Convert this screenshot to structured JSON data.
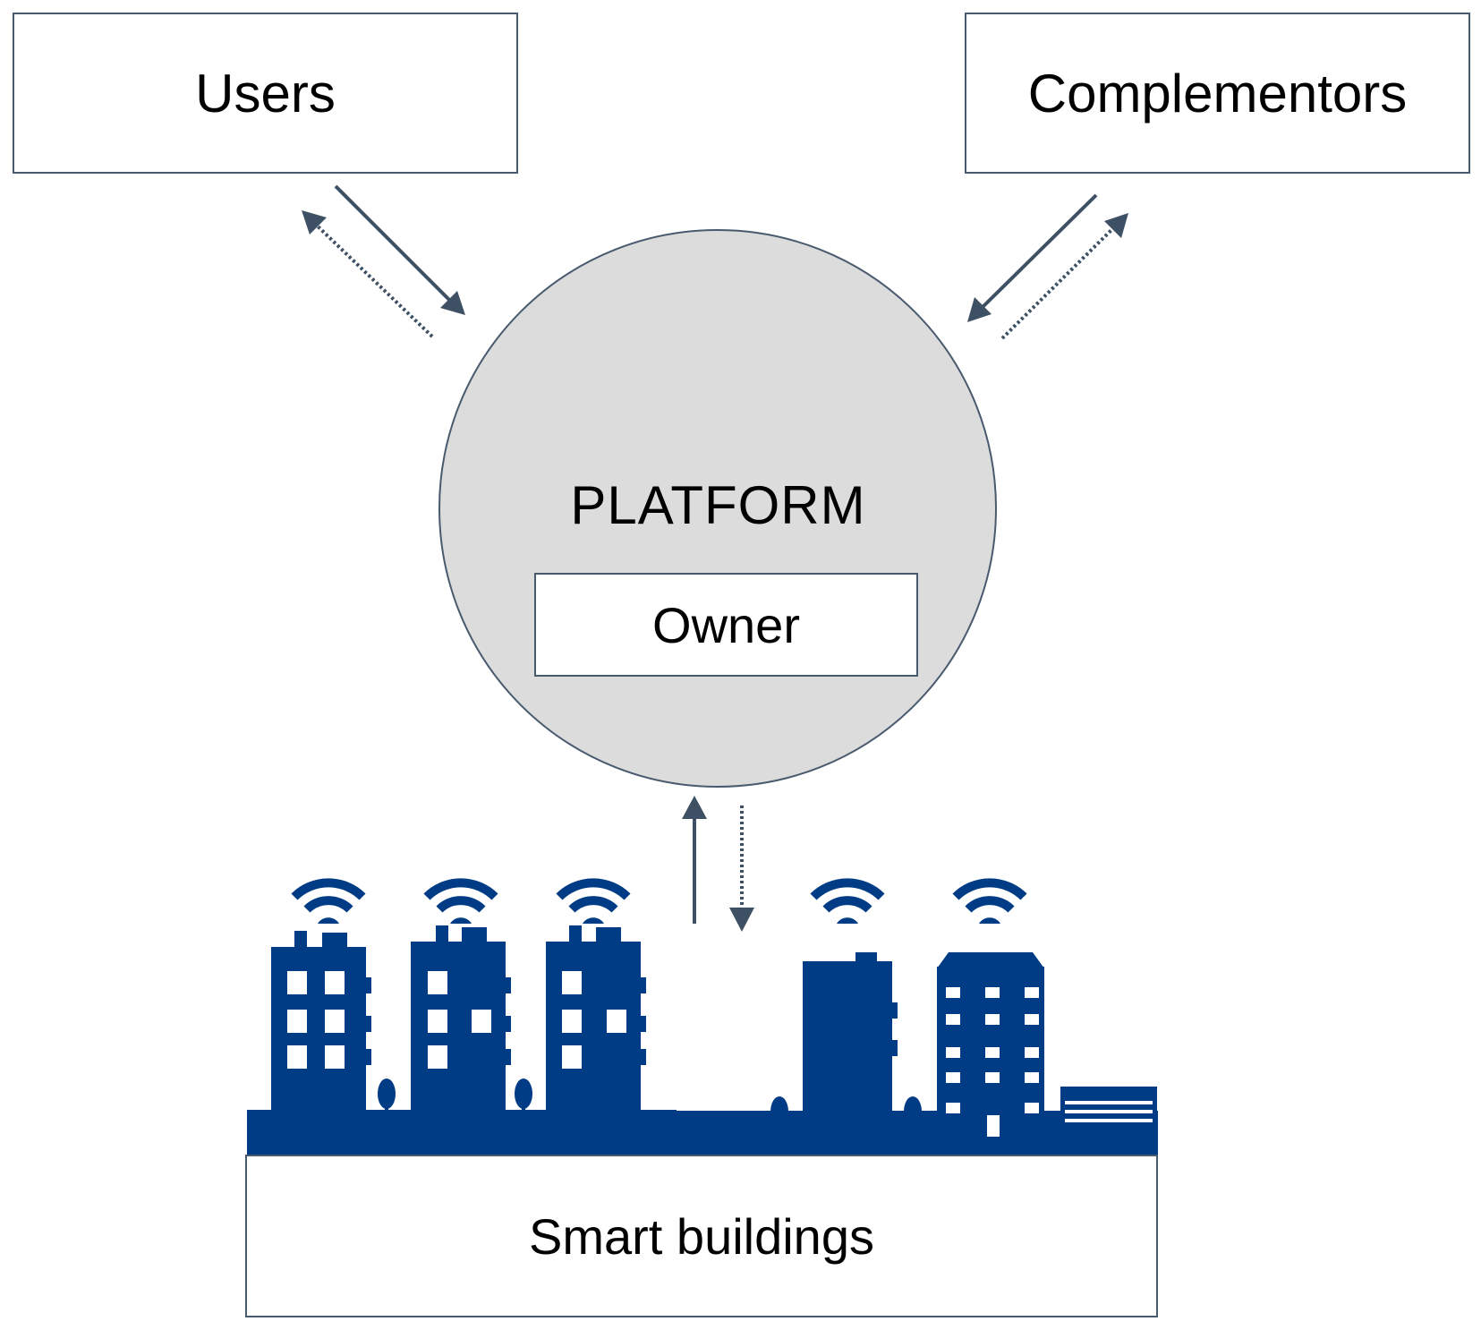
{
  "users": {
    "label": "Users"
  },
  "complementors": {
    "label": "Complementors"
  },
  "platform": {
    "title": "PLATFORM",
    "owner_label": "Owner"
  },
  "smart_buildings": {
    "label": "Smart buildings"
  },
  "colors": {
    "building_blue": "#003c85",
    "arrow": "#3e5063",
    "platform_fill": "#dcdcdc",
    "border": "#4a5a6e"
  },
  "icons": [
    "wifi-icon",
    "tree-icon",
    "city-skyline"
  ]
}
